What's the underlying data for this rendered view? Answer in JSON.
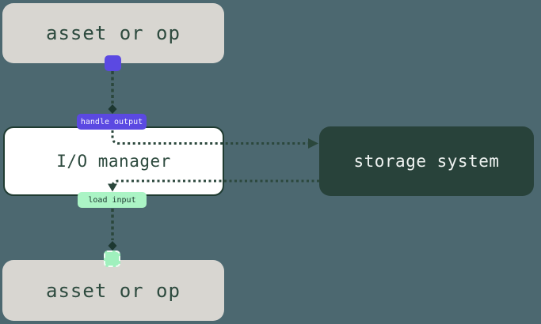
{
  "diagram": {
    "title": "io-manager-flow-diagram",
    "nodes": {
      "asset_top": {
        "label": "asset or op"
      },
      "io_manager": {
        "label": "I/O manager"
      },
      "storage": {
        "label": "storage system"
      },
      "asset_bottom": {
        "label": "asset or op"
      }
    },
    "badges": {
      "handle_output": {
        "label": "handle output"
      },
      "load_input": {
        "label": "load input"
      }
    },
    "edges": [
      {
        "from": "asset_top",
        "to": "io_manager",
        "via": "handle_output",
        "style": "dotted"
      },
      {
        "from": "io_manager",
        "to": "storage",
        "style": "dotted-arrow"
      },
      {
        "from": "storage",
        "to": "io_manager",
        "via": "load_input",
        "style": "dotted-arrow"
      },
      {
        "from": "io_manager",
        "to": "asset_bottom",
        "style": "dotted"
      }
    ],
    "colors": {
      "background": "#4c6870",
      "asset_box_fill": "#d8d6d1",
      "asset_text": "#2d4a3e",
      "io_box_fill": "#ffffff",
      "io_box_border": "#1f3b31",
      "storage_fill": "#28423a",
      "storage_text": "#eef2f0",
      "accent_purple": "#5b49e2",
      "accent_green": "#abf4c5",
      "wire": "#2b473c",
      "diamond": "#1d3831"
    }
  }
}
